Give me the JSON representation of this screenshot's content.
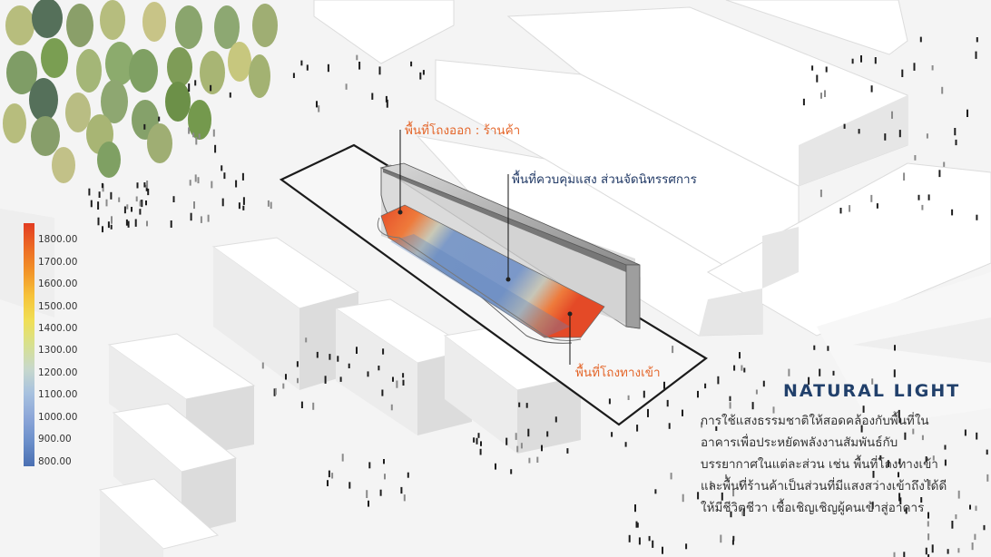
{
  "diagram": {
    "callouts": {
      "exit_area": "พื้นที่โถงออก : ร้านค้า",
      "light_controlled_area": "พื้นที่ควบคุมแสง ส่วนจัดนิทรรศการ",
      "entrance_area": "พื้นที่โถงทางเข้า"
    },
    "legend": {
      "ticks": [
        "1800.00",
        "1700.00",
        "1600.00",
        "1500.00",
        "1400.00",
        "1300.00",
        "1200.00",
        "1100.00",
        "1000.00",
        "900.00",
        "800.00"
      ],
      "colors": [
        "#e23c22",
        "#ec6a24",
        "#f29428",
        "#f6c33a",
        "#f0df55",
        "#d7e08f",
        "#c7d8cc",
        "#a7c1df",
        "#8ca6d8",
        "#6b8fca",
        "#4a6fb2"
      ]
    },
    "panel": {
      "title": "NATURAL LIGHT",
      "lines": [
        "การใช้แสงธรรมชาติให้สอดคล้องกับพื้นที่ใน",
        "อาคารเพื่อประหยัดพลังงานสัมพันธ์กับ",
        "บรรยากาศในแต่ละส่วน เช่น พื้นที่โถงทางเข้า",
        "และพื้นที่ร้านค้าเป็นส่วนที่มีแสงสว่างเข้าถึงได้ดี",
        "ให้มีชีวิตชีวา เชื้อเชิญเชิญผู้คนเข้าสู่อาคาร"
      ]
    }
  }
}
